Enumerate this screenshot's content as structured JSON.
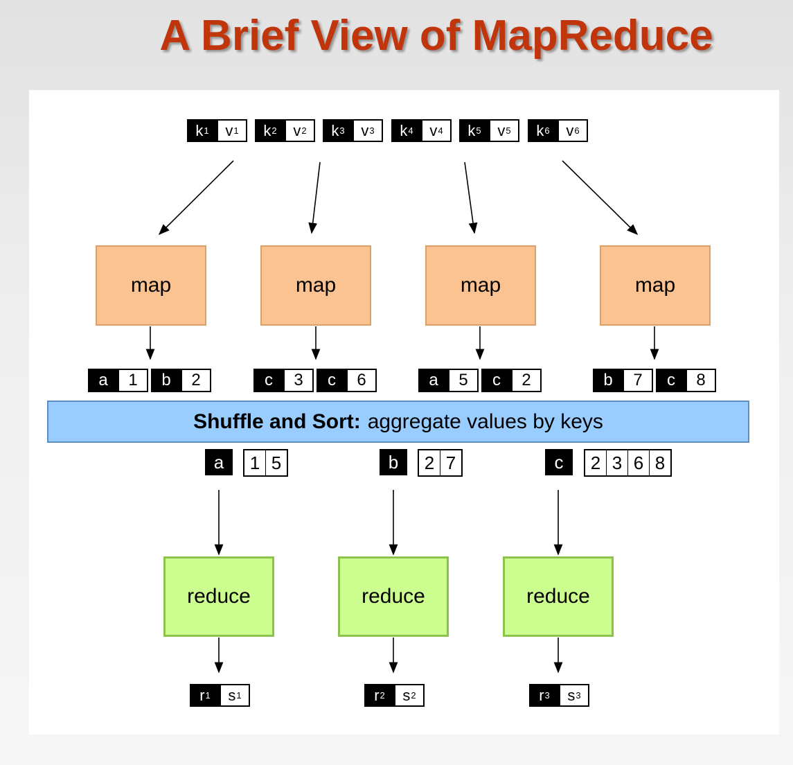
{
  "title": "A Brief View of MapReduce",
  "inputs": [
    {
      "k": "k",
      "ks": "1",
      "v": "v",
      "vs": "1"
    },
    {
      "k": "k",
      "ks": "2",
      "v": "v",
      "vs": "2"
    },
    {
      "k": "k",
      "ks": "3",
      "v": "v",
      "vs": "3"
    },
    {
      "k": "k",
      "ks": "4",
      "v": "v",
      "vs": "4"
    },
    {
      "k": "k",
      "ks": "5",
      "v": "v",
      "vs": "5"
    },
    {
      "k": "k",
      "ks": "6",
      "v": "v",
      "vs": "6"
    }
  ],
  "map_label": "map",
  "map_outputs": [
    [
      {
        "k": "a",
        "v": "1"
      },
      {
        "k": "b",
        "v": "2"
      }
    ],
    [
      {
        "k": "c",
        "v": "3"
      },
      {
        "k": "c",
        "v": "6"
      }
    ],
    [
      {
        "k": "a",
        "v": "5"
      },
      {
        "k": "c",
        "v": "2"
      }
    ],
    [
      {
        "k": "b",
        "v": "7"
      },
      {
        "k": "c",
        "v": "8"
      }
    ]
  ],
  "shuffle": {
    "bold": "Shuffle and Sort:",
    "rest": "aggregate values by keys"
  },
  "groups": [
    {
      "key": "a",
      "values": [
        "1",
        "5"
      ]
    },
    {
      "key": "b",
      "values": [
        "2",
        "7"
      ]
    },
    {
      "key": "c",
      "values": [
        "2",
        "3",
        "6",
        "8"
      ]
    }
  ],
  "reduce_label": "reduce",
  "results": [
    {
      "r": "r",
      "rs": "1",
      "s": "s",
      "ss": "1"
    },
    {
      "r": "r",
      "rs": "2",
      "s": "s",
      "ss": "2"
    },
    {
      "r": "r",
      "rs": "3",
      "s": "s",
      "ss": "3"
    }
  ]
}
